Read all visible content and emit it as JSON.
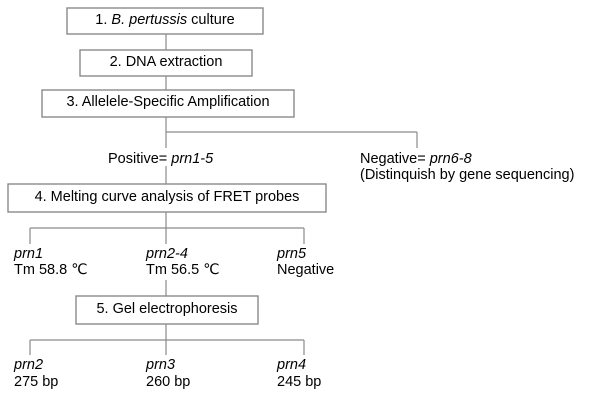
{
  "steps": {
    "culture": {
      "prefix": "1. ",
      "organism": "B. pertussis",
      "suffix": " culture"
    },
    "extraction": {
      "text": "2. DNA extraction"
    },
    "amplification": {
      "text": "3. Allelele-Specific Amplification"
    },
    "melting": {
      "text": "4.  Melting curve analysis of FRET probes"
    },
    "gel": {
      "text": "5. Gel electrophoresis"
    }
  },
  "branches": {
    "positive": {
      "prefix": "Positive= ",
      "alleles": "prn1-5"
    },
    "negative": {
      "prefix": "Negative= ",
      "alleles": "prn6-8",
      "note": "(Distinquish by gene sequencing)"
    }
  },
  "melting_results": [
    {
      "allele": "prn1",
      "result": "Tm 58.8 ℃"
    },
    {
      "allele": "prn2-4",
      "result": "Tm 56.5 ℃"
    },
    {
      "allele": "prn5",
      "result": "Negative"
    }
  ],
  "gel_results": [
    {
      "allele": "prn2",
      "size": "275 bp"
    },
    {
      "allele": "prn3",
      "size": "260 bp"
    },
    {
      "allele": "prn4",
      "size": "245 bp"
    }
  ],
  "colors": {
    "stroke": "#8a8a8a",
    "text": "#000000",
    "background": "#ffffff"
  }
}
